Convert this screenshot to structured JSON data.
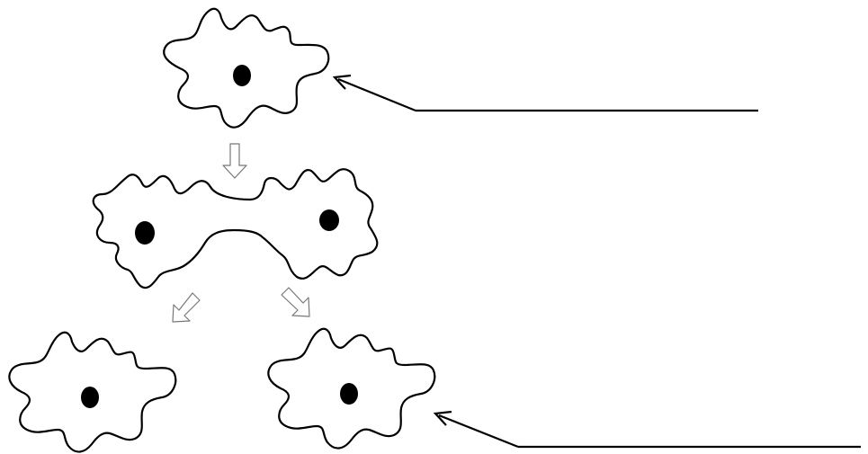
{
  "diagram": {
    "stages": [
      "parent-cell",
      "dividing-cell",
      "daughter-cells"
    ],
    "label_lines": [
      {
        "target": "parent-cell",
        "text": ""
      },
      {
        "target": "daughter-cell-right",
        "text": ""
      }
    ],
    "colors": {
      "outline": "#000000",
      "nucleus": "#000000",
      "flow_arrow": "#777777",
      "background": "#ffffff"
    }
  }
}
